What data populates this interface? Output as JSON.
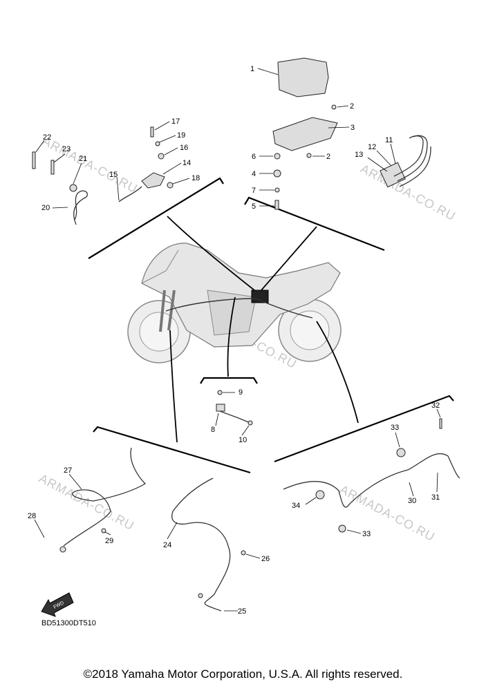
{
  "callouts": {
    "c1": "1",
    "c2a": "2",
    "c2b": "2",
    "c3": "3",
    "c4": "4",
    "c5": "5",
    "c6": "6",
    "c7": "7",
    "c8": "8",
    "c9": "9",
    "c10": "10",
    "c11": "11",
    "c12": "12",
    "c13": "13",
    "c14": "14",
    "c15": "15",
    "c16": "16",
    "c17": "17",
    "c18": "18",
    "c19": "19",
    "c20": "20",
    "c21": "21",
    "c22": "22",
    "c23": "23",
    "c24": "24",
    "c25": "25",
    "c26": "26",
    "c27": "27",
    "c28": "28",
    "c29": "29",
    "c30": "30",
    "c31": "31",
    "c32": "32",
    "c33a": "33",
    "c33b": "33",
    "c34": "34"
  },
  "watermark": "ARMADA-CO.RU",
  "front_arrow_label": "FWD",
  "drawing_code": "BD51300DT510",
  "copyright": "©2018 Yamaha Motor Corporation, U.S.A. All rights reserved."
}
